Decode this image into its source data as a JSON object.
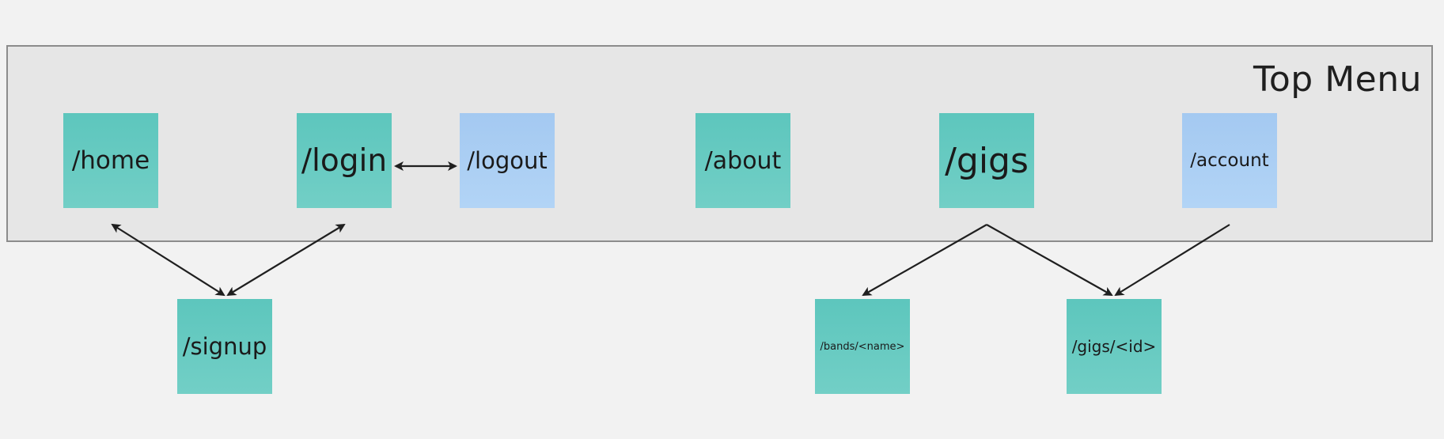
{
  "frame": {
    "title": "Top Menu"
  },
  "notes": {
    "home": "/home",
    "login": "/login",
    "logout": "/logout",
    "about": "/about",
    "gigs": "/gigs",
    "account": "/account",
    "signup": "/signup",
    "bands_name": "/bands/<name>",
    "gigs_id": "/gigs/<id>"
  },
  "colors": {
    "canvas": "#f2f2f2",
    "frame_fill": "#e6e6e6",
    "frame_border": "#8c8c8c",
    "teal_note": "#5dc6bd",
    "blue_note": "#a4c9f1",
    "arrow": "#1f1f1f"
  },
  "connectors": [
    {
      "from": "home",
      "to": "signup",
      "direction": "both"
    },
    {
      "from": "login",
      "to": "signup",
      "direction": "both"
    },
    {
      "from": "login",
      "to": "logout",
      "direction": "both"
    },
    {
      "from": "gigs",
      "to": "bands_name",
      "direction": "forward"
    },
    {
      "from": "gigs",
      "to": "gigs_id",
      "direction": "forward"
    },
    {
      "from": "account",
      "to": "gigs_id",
      "direction": "forward"
    }
  ]
}
